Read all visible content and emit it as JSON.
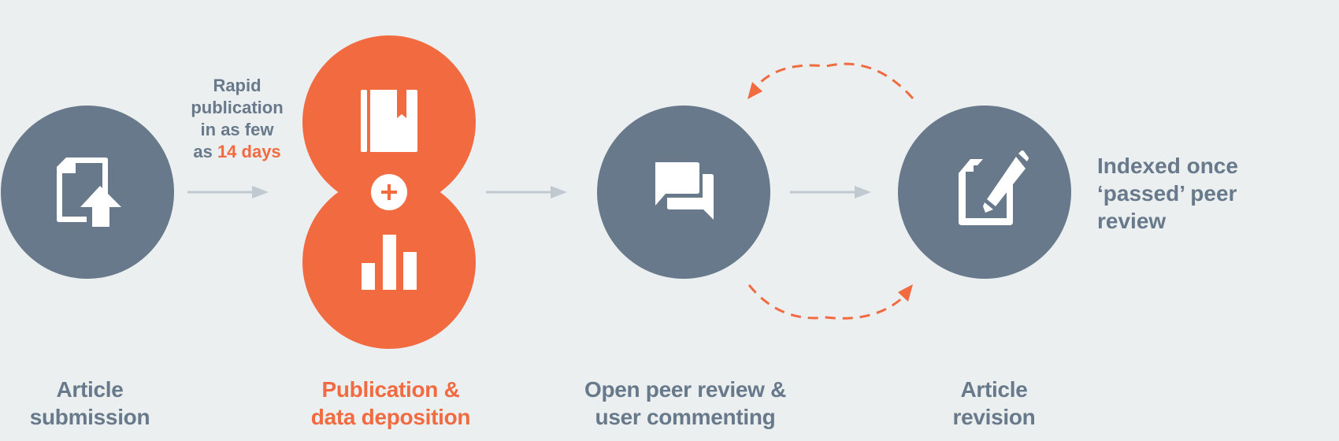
{
  "colors": {
    "background": "#ebeff0",
    "node_gray": "#67798a",
    "accent_orange": "#f26a3f",
    "arrow_gray": "#c0c9cf",
    "icon_white": "#ffffff"
  },
  "steps": [
    {
      "id": "submission",
      "label_lines": [
        "Article",
        "submission"
      ],
      "icon": "upload-file-icon"
    },
    {
      "id": "publication",
      "label_lines": [
        "Publication &",
        "data deposition"
      ],
      "icons": [
        "book-icon",
        "plus-circle-icon",
        "bar-chart-icon"
      ]
    },
    {
      "id": "peer-review",
      "label_lines": [
        "Open peer review &",
        "user commenting"
      ],
      "icon": "chat-bubbles-icon"
    },
    {
      "id": "revision",
      "label_lines": [
        "Article",
        "revision"
      ],
      "icon": "edit-document-icon"
    }
  ],
  "rapid_note": {
    "lines": [
      "Rapid",
      "publication",
      "in as few"
    ],
    "last_prefix": "as",
    "highlight": "14 days"
  },
  "indexed_note": {
    "lines": [
      "Indexed once",
      "‘passed’ peer",
      "review"
    ]
  }
}
